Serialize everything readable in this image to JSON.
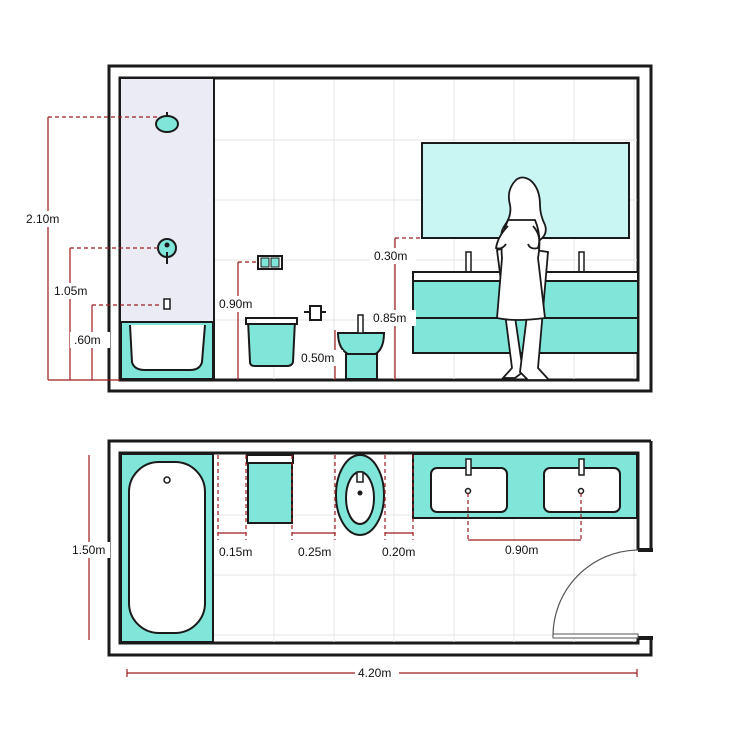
{
  "colors": {
    "fixture": "#7fe6d9",
    "shower_area": "#ebebf3",
    "mirror": "#c9f6f2",
    "wall": "#1a1a1a",
    "dimension": "#9c1c1c"
  },
  "elevation": {
    "labels": {
      "height_shower_head": "2.10m",
      "height_mixer": "1.05m",
      "height_tap": ".60m",
      "height_flush_plate": "0.90m",
      "height_bidet": "0.50m",
      "height_mirror_gap": "0.30m",
      "height_vanity": "0.85m"
    }
  },
  "plan": {
    "labels": {
      "room_depth": "1.50m",
      "gap_tub_toilet": "0.15m",
      "gap_toilet_bidet": "0.25m",
      "gap_bidet_vanity": "0.20m",
      "sink_spacing": "0.90m",
      "room_width": "4.20m"
    }
  }
}
